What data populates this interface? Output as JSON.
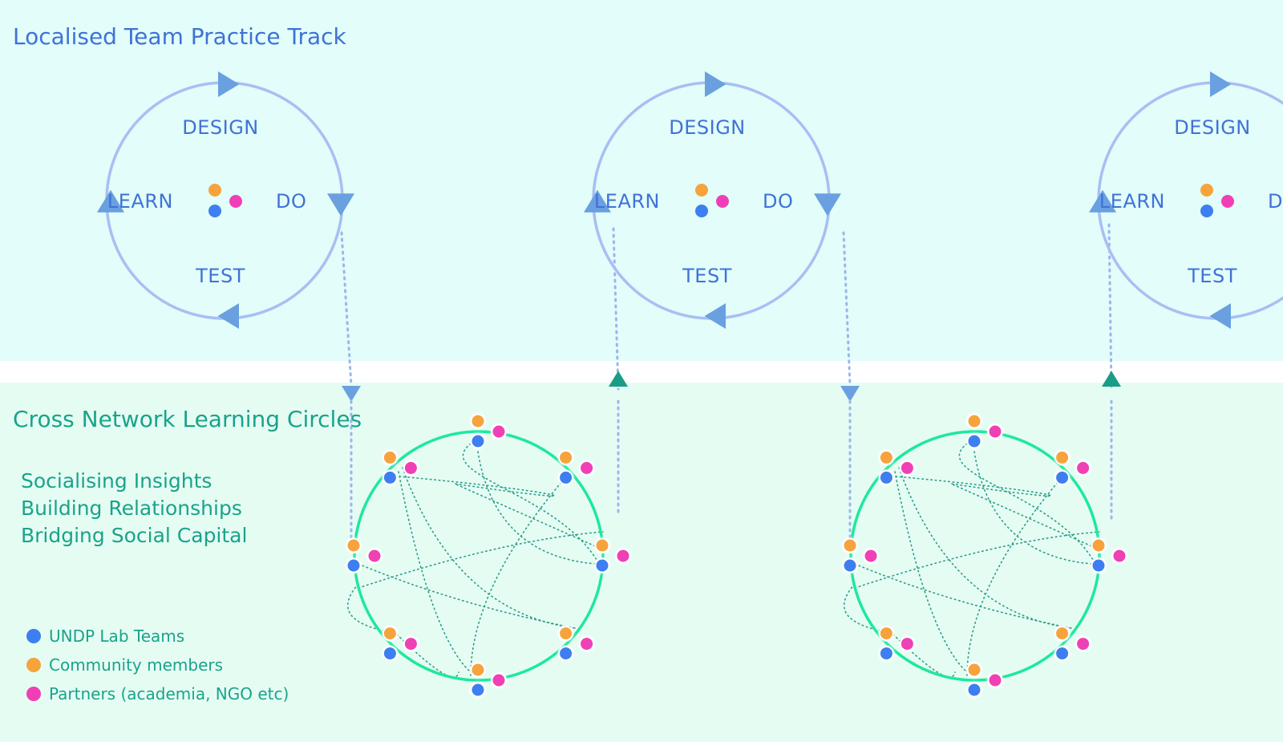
{
  "top_band": {
    "title": "Localised Team Practice Track",
    "cycle_labels": {
      "design": "DESIGN",
      "learn": "LEARN",
      "do": "DO",
      "test": "TEST"
    }
  },
  "bottom_band": {
    "title": "Cross Network Learning Circles",
    "insights": [
      "Socialising Insights",
      "Building Relationships",
      "Bridging Social Capital"
    ]
  },
  "legend": [
    {
      "label": "UNDP Lab Teams",
      "color": "#3d7ff0"
    },
    {
      "label": "Community members",
      "color": "#f7a33c"
    },
    {
      "label": "Partners (academia, NGO etc)",
      "color": "#f03fb5"
    }
  ],
  "colors": {
    "top_band_bg": "#e2fdfa",
    "bottom_band_bg": "#e5fcf3",
    "cycle_ring": "#a8bff3",
    "arrow_blue": "#6aa0e0",
    "arrow_teal": "#1a9c86",
    "network_ring": "#1ee89e",
    "network_links": "#2e9e8c",
    "dotted_connector": "#9bb6ec"
  },
  "icons": {
    "cycle_arrow": "triangle-arrow-icon",
    "node": "circle-dot-icon"
  }
}
